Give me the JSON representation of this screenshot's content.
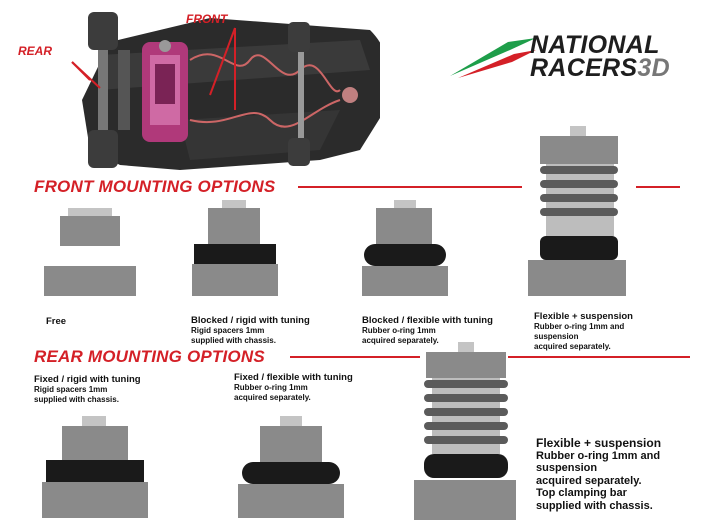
{
  "brand": {
    "line1": "NATIONAL",
    "line2": "RACERS",
    "suffix": "3D",
    "colors": {
      "green": "#1e9e4a",
      "red": "#d42027",
      "dark": "#1e1e1e",
      "grey": "#777777"
    }
  },
  "photo": {
    "label_rear": "REAR",
    "label_front": "FRONT"
  },
  "front": {
    "title": "FRONT MOUNTING OPTIONS",
    "options": [
      {
        "title": "Free",
        "line1": "",
        "line2": ""
      },
      {
        "title": "Blocked / rigid with tuning",
        "line1": "Rigid spacers 1mm",
        "line2": "supplied with chassis."
      },
      {
        "title": "Blocked / flexible with tuning",
        "line1": "Rubber o-ring 1mm",
        "line2": "acquired separately."
      },
      {
        "title": "Flexible + suspension",
        "line1": "Rubber o-ring 1mm and",
        "line2": "suspension",
        "line3": "acquired separately."
      }
    ]
  },
  "rear": {
    "title": "REAR MOUNTING OPTIONS",
    "options": [
      {
        "title": "Fixed / rigid with tuning",
        "line1": "Rigid spacers 1mm",
        "line2": "supplied with chassis."
      },
      {
        "title": "Fixed / flexible with tuning",
        "line1": "Rubber o-ring 1mm",
        "line2": "acquired separately."
      },
      {
        "title": "Flexible + suspension",
        "line1": "Rubber o-ring 1mm and",
        "line2": "suspension",
        "line3": "acquired separately.",
        "line4": "Top clamping bar",
        "line5": "supplied with chassis."
      }
    ]
  },
  "colors": {
    "block": "#8a8a8a",
    "cap": "#c4c4c4",
    "spacer": "#1a1a1a",
    "spring": "#5b5b5b",
    "accent": "#d42027"
  }
}
